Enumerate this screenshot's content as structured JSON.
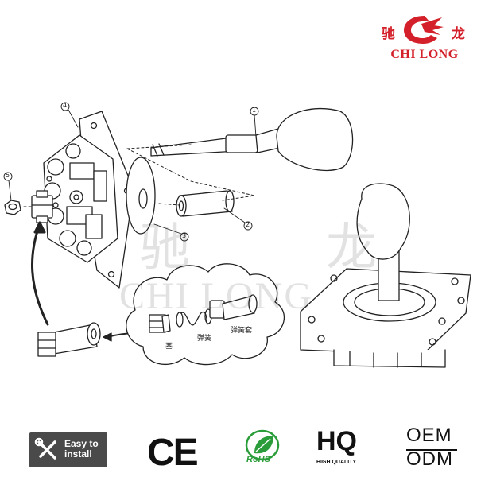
{
  "logo": {
    "cn_left": "驰",
    "cn_right": "龙",
    "en": "CHI LONG",
    "brand_color": "#d4202a"
  },
  "watermark": {
    "cn_left": "驰",
    "cn_right": "龙",
    "en": "CHI LONG"
  },
  "callouts": {
    "n1": "1",
    "n2": "2",
    "n3": "3",
    "n4": "4",
    "n5": "5"
  },
  "parts": {
    "plug": "塞",
    "spring": "弹簧",
    "spring_sleeve": "弹簧套"
  },
  "certifications": {
    "easy_install": "Easy to install",
    "ce": "CE",
    "rohs": "RoHS",
    "hq_big": "HQ",
    "hq_small": "HIGH QUALITY",
    "oem": "OEM",
    "odm": "ODM",
    "rohs_color": "#2a9d3a"
  },
  "icons": [
    "wrench-screwdriver-icon",
    "rohs-leaf-icon",
    "logo-dragon-icon"
  ]
}
